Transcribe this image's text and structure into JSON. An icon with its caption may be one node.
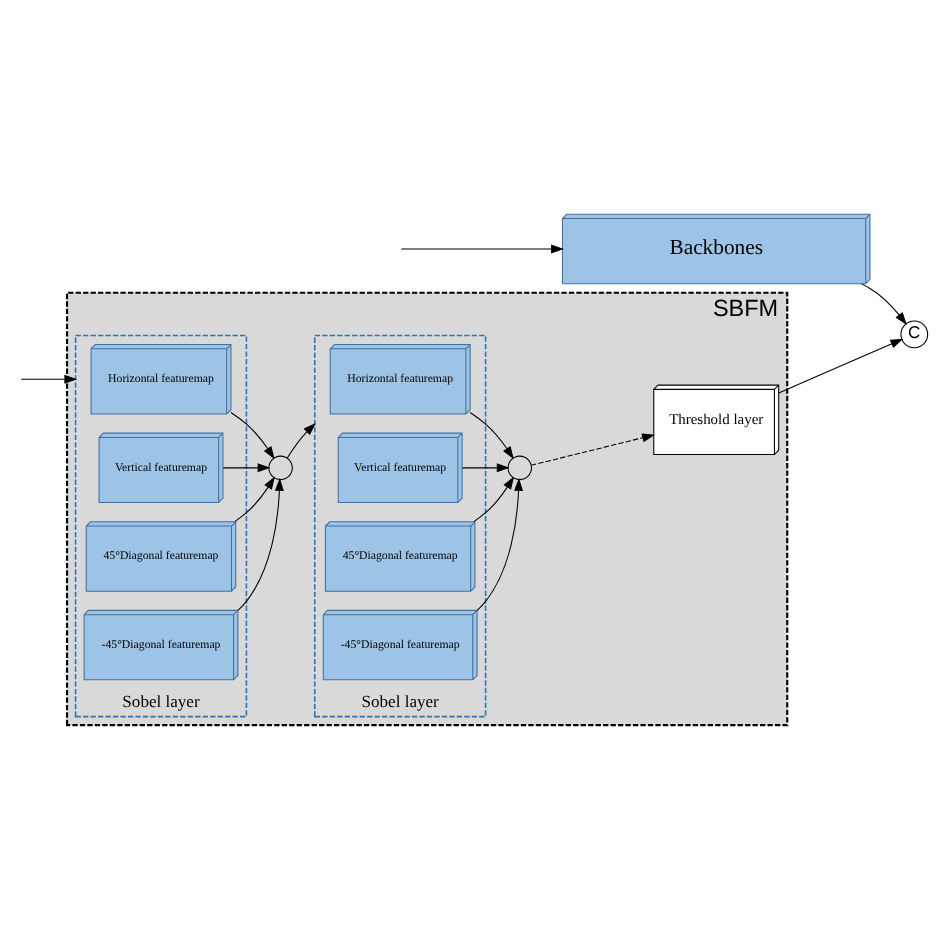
{
  "diagram": {
    "nodes": [
      {
        "text": [
          "SBFM"
        ]
      },
      {
        "text": [
          "Sobel layer"
        ],
        "in": 0
      },
      {
        "text": [
          "Horizontal featuremap"
        ],
        "in": 1
      },
      {
        "text": [
          "Vertical featuremap"
        ],
        "in": 1
      },
      {
        "text": [
          "45°Diagonal featuremap"
        ],
        "in": 1
      },
      {
        "text": [
          "-45°Diagonal featuremap"
        ],
        "in": 1
      },
      {
        "text": [],
        "shape": "circle",
        "in": 0
      },
      {
        "text": [
          "Sobel layer"
        ],
        "in": 0
      },
      {
        "text": [
          "Horizontal featuremap"
        ],
        "in": 7
      },
      {
        "text": [
          "Vertical featuremap"
        ],
        "in": 7
      },
      {
        "text": [
          "45°Diagonal featuremap"
        ],
        "in": 7
      },
      {
        "text": [
          "-45°Diagonal featuremap"
        ],
        "in": 7
      },
      {
        "text": [],
        "shape": "circle",
        "in": 0
      },
      {
        "text": [
          "Threshold layer"
        ],
        "in": 0
      },
      {
        "text": [
          "C"
        ]
      },
      {
        "text": [
          "Backbones"
        ]
      }
    ],
    "edges": [
      {
        "from": null,
        "to": 1,
        "arrow": "to"
      },
      {
        "from": 2,
        "to": 6,
        "arrow": "to"
      },
      {
        "from": 3,
        "to": 6,
        "arrow": "to"
      },
      {
        "from": 4,
        "to": 6,
        "arrow": "to"
      },
      {
        "from": 5,
        "to": 6,
        "arrow": "to"
      },
      {
        "from": 6,
        "to": 7,
        "arrow": "to"
      },
      {
        "from": 8,
        "to": 12,
        "arrow": "to"
      },
      {
        "from": 9,
        "to": 12,
        "arrow": "to"
      },
      {
        "from": 10,
        "to": 12,
        "arrow": "to"
      },
      {
        "from": 11,
        "to": 12,
        "arrow": "to"
      },
      {
        "from": 12,
        "to": 13,
        "arrow": "to",
        "style": "dashed"
      },
      {
        "from": 13,
        "to": 14,
        "arrow": "to"
      },
      {
        "from": 15,
        "to": 14,
        "arrow": "to"
      },
      {
        "from": null,
        "to": 15,
        "arrow": "to"
      }
    ]
  }
}
